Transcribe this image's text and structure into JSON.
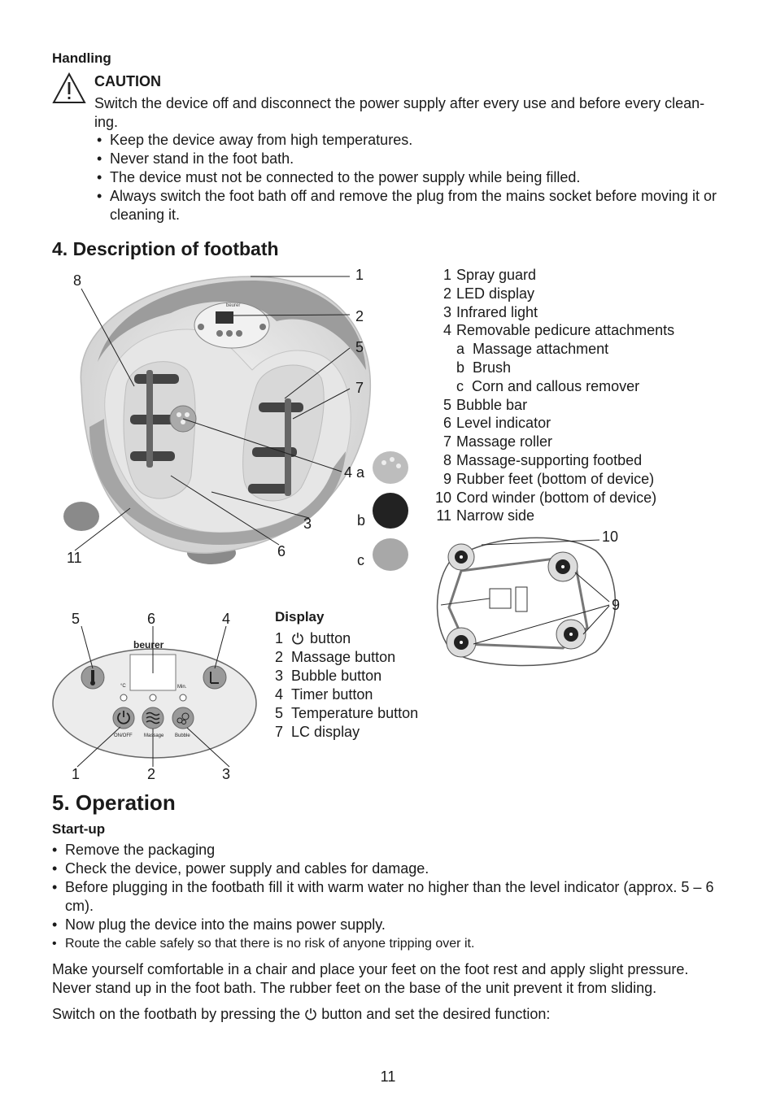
{
  "handling": {
    "heading": "Handling",
    "caution_title": "CAUTION",
    "caution_text": "Switch the device off and disconnect the power supply after every use and before every clean-ing.",
    "bullets": [
      "Keep the device away from high temperatures.",
      "Never stand in the foot bath.",
      "The device must not be connected to the power supply while being filled.",
      "Always switch the foot bath off and remove the plug from the mains socket before moving it or cleaning it."
    ]
  },
  "description": {
    "heading": "4. Description of footbath",
    "parts": [
      {
        "num": "1",
        "label": "Spray guard"
      },
      {
        "num": "2",
        "label": "LED display"
      },
      {
        "num": "3",
        "label": "Infrared light"
      },
      {
        "num": "4",
        "label": "Removable pedicure attachments"
      },
      {
        "num": "",
        "label": "a  Massage attachment"
      },
      {
        "num": "",
        "label": "b  Brush"
      },
      {
        "num": "",
        "label": "c  Corn and callous remover"
      },
      {
        "num": "5",
        "label": "Bubble bar"
      },
      {
        "num": "6",
        "label": "Level indicator"
      },
      {
        "num": "7",
        "label": "Massage roller"
      },
      {
        "num": "8",
        "label": "Massage-supporting footbed"
      },
      {
        "num": "9",
        "label": "Rubber feet (bottom of device)"
      },
      {
        "num": "10",
        "label": "Cord winder (bottom of device)"
      },
      {
        "num": "11",
        "label": "Narrow side"
      }
    ],
    "figure_callouts": {
      "c1": "1",
      "c2": "2",
      "c5": "5",
      "c7": "7",
      "c4a": "4 a",
      "cb": "b",
      "cc": "c",
      "c8": "8",
      "c3": "3",
      "c6": "6",
      "c11": "11",
      "c10": "10",
      "c9": "9"
    },
    "brand_small": "beurer"
  },
  "display": {
    "heading": "Display",
    "items": [
      {
        "num": "1",
        "label": "button",
        "icon": "power-icon"
      },
      {
        "num": "2",
        "label": "Massage button"
      },
      {
        "num": "3",
        "label": "Bubble button"
      },
      {
        "num": "4",
        "label": "Timer button"
      },
      {
        "num": "5",
        "label": "Temperature button"
      },
      {
        "num": "7",
        "label": "LC display"
      }
    ],
    "panel": {
      "brand": "beurer",
      "unit_c": "°C",
      "unit_min": "Min.",
      "btn_onoff": "ON/OFF",
      "btn_massage": "Massage",
      "btn_bubble": "Bubble",
      "callouts": {
        "top5": "5",
        "top6": "6",
        "top4": "4",
        "bot1": "1",
        "bot2": "2",
        "bot3": "3"
      }
    }
  },
  "operation": {
    "heading": "5. Operation",
    "subheading": "Start-up",
    "bullets": [
      "Remove the packaging",
      "Check the device, power supply and cables for damage.",
      "Before plugging in the footbath fill it with warm water no higher than the level indicator (approx. 5 – 6 cm).",
      "Now plug the device into the mains power supply."
    ],
    "bullet_small": "Route the cable safely so that there is no risk of anyone tripping over it.",
    "paragraph1": "Make yourself comfortable in a chair and place your feet on the foot rest and apply slight pressure. Never stand up in the foot bath. The rubber feet on the base of the unit prevent it from sliding.",
    "paragraph2_before": "Switch on the footbath by pressing the",
    "paragraph2_after": "button and set the desired function:"
  },
  "page_number": "11"
}
